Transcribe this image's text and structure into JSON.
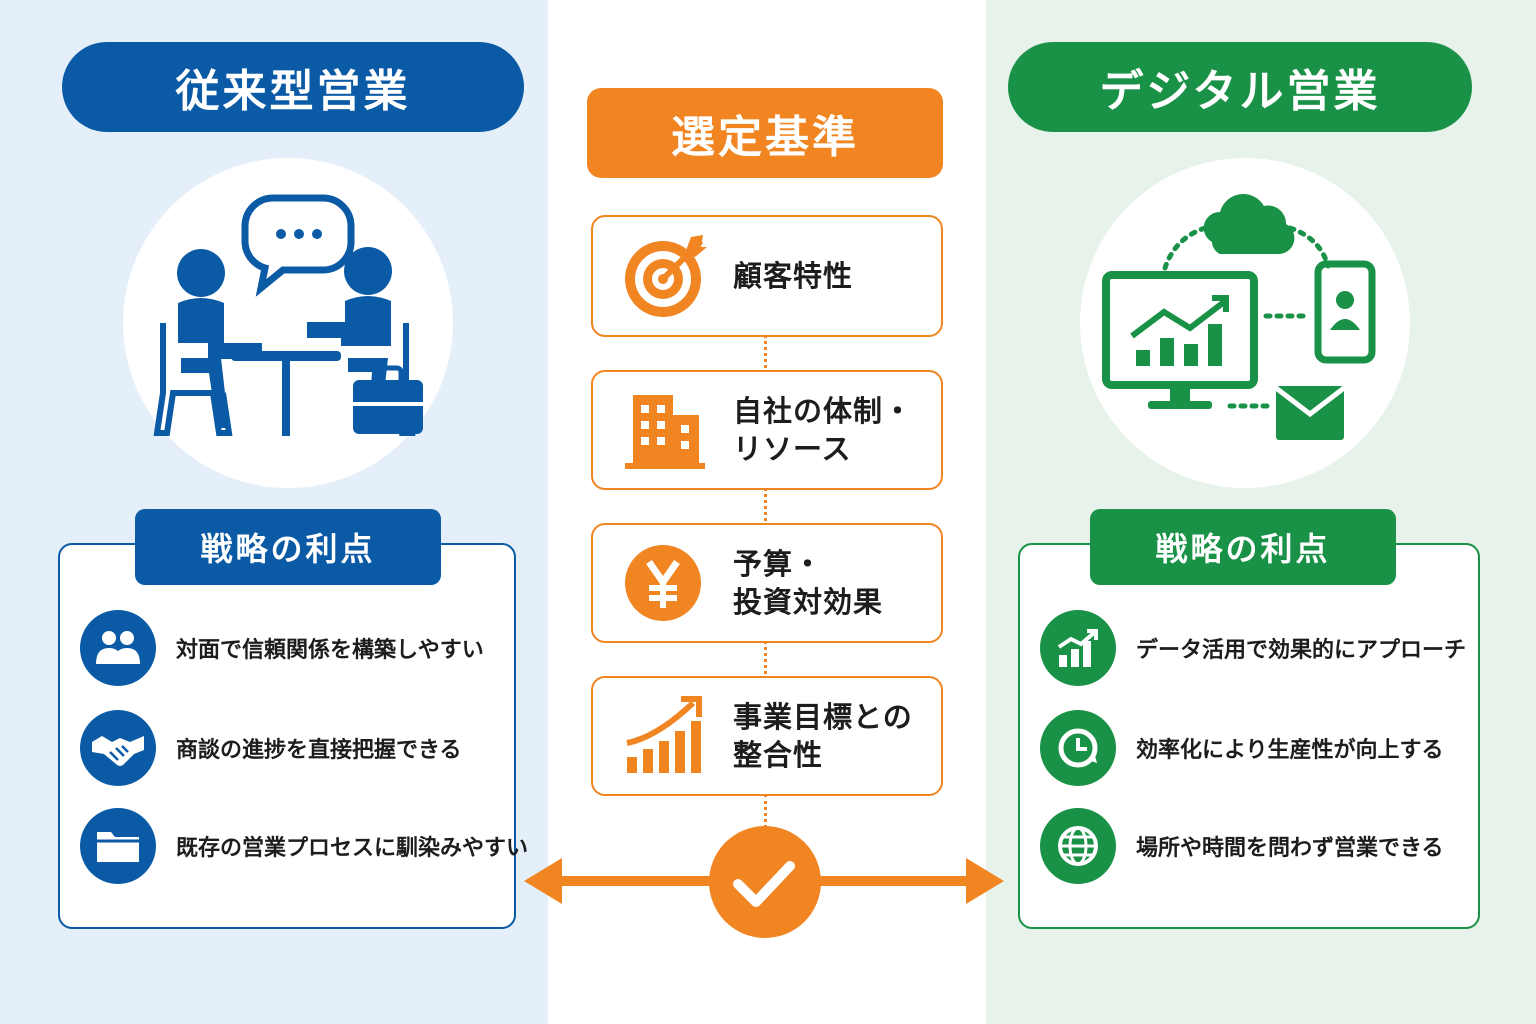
{
  "left": {
    "title": "従来型営業",
    "panel_title": "戦略の利点",
    "benefits": [
      {
        "text": "対面で信頼関係を構築しやすい",
        "icon": "people-icon"
      },
      {
        "text": "商談の進捗を直接把握できる",
        "icon": "handshake-icon"
      },
      {
        "text": "既存の営業プロセスに馴染みやすい",
        "icon": "folder-icon"
      }
    ]
  },
  "center": {
    "title": "選定基準",
    "criteria": [
      {
        "line1": "顧客特性",
        "line2": "",
        "icon": "target-icon"
      },
      {
        "line1": "自社の体制・",
        "line2": "リソース",
        "icon": "building-icon"
      },
      {
        "line1": "予算・",
        "line2": "投資対効果",
        "icon": "yen-icon"
      },
      {
        "line1": "事業目標との",
        "line2": "整合性",
        "icon": "growth-chart-icon"
      }
    ],
    "result_icon": "check-icon"
  },
  "right": {
    "title": "デジタル営業",
    "panel_title": "戦略の利点",
    "benefits": [
      {
        "text": "データ活用で効果的にアプローチ",
        "icon": "bar-chart-icon"
      },
      {
        "text": "効率化により生産性が向上する",
        "icon": "clock-icon"
      },
      {
        "text": "場所や時間を問わず営業できる",
        "icon": "globe-icon"
      }
    ]
  },
  "colors": {
    "blue": "#0b5aa6",
    "green": "#199146",
    "orange": "#f08522",
    "left_bg": "#e4eff9",
    "right_bg": "#e6f2ea"
  }
}
